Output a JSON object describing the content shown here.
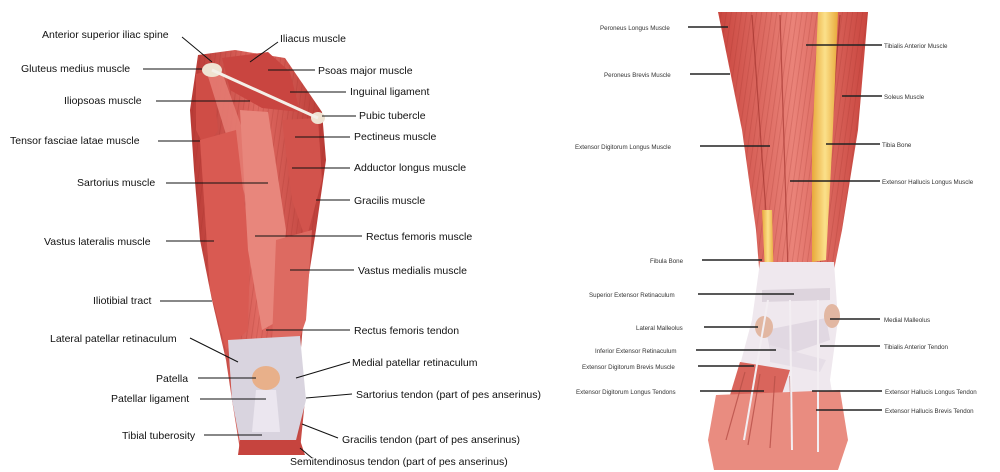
{
  "thigh": {
    "labels": [
      "Anterior superior iliac spine",
      "Iliacus muscle",
      "Gluteus medius muscle",
      "Psoas major muscle",
      "Inguinal ligament",
      "Iliopsoas muscle",
      "Pubic tubercle",
      "Pectineus muscle",
      "Tensor fasciae latae muscle",
      "Adductor longus muscle",
      "Sartorius muscle",
      "Gracilis muscle",
      "Vastus lateralis muscle",
      "Rectus femoris muscle",
      "Vastus medialis muscle",
      "Iliotibial tract",
      "Rectus femoris tendon",
      "Lateral patellar retinaculum",
      "Medial patellar retinaculum",
      "Patella",
      "Sartorius tendon (part of pes anserinus)",
      "Patellar ligament",
      "Tibial tuberosity",
      "Gracilis tendon (part of pes anserinus)",
      "Semitendinosus tendon (part of pes anserinus)"
    ]
  },
  "leg": {
    "labels": [
      "Peroneus Longus Muscle",
      "Tibialis Anterior Muscle",
      "Peroneus Brevis Muscle",
      "Soleus Muscle",
      "Tibia Bone",
      "Extensor Digitorum Longus Muscle",
      "Extensor Hallucis Longus Muscle",
      "Fibula Bone",
      "Superior Extensor Retinaculum",
      "Medial Malleolus",
      "Lateral Malleolus",
      "Tibialis Anterior Tendon",
      "Inferior Extensor Retinaculum",
      "Extensor Digitorum Brevis Muscle",
      "Extensor Digitorum Longus Tendons",
      "Extensor Hallucis Longus Tendon",
      "Extensor Hallucis Brevis Tendon"
    ]
  },
  "colors": {
    "muscle": "#d9534f",
    "muscle_dark": "#a8322e",
    "tendon": "#e8e4ea",
    "bone": "#f2c14a",
    "label": "#111111"
  }
}
